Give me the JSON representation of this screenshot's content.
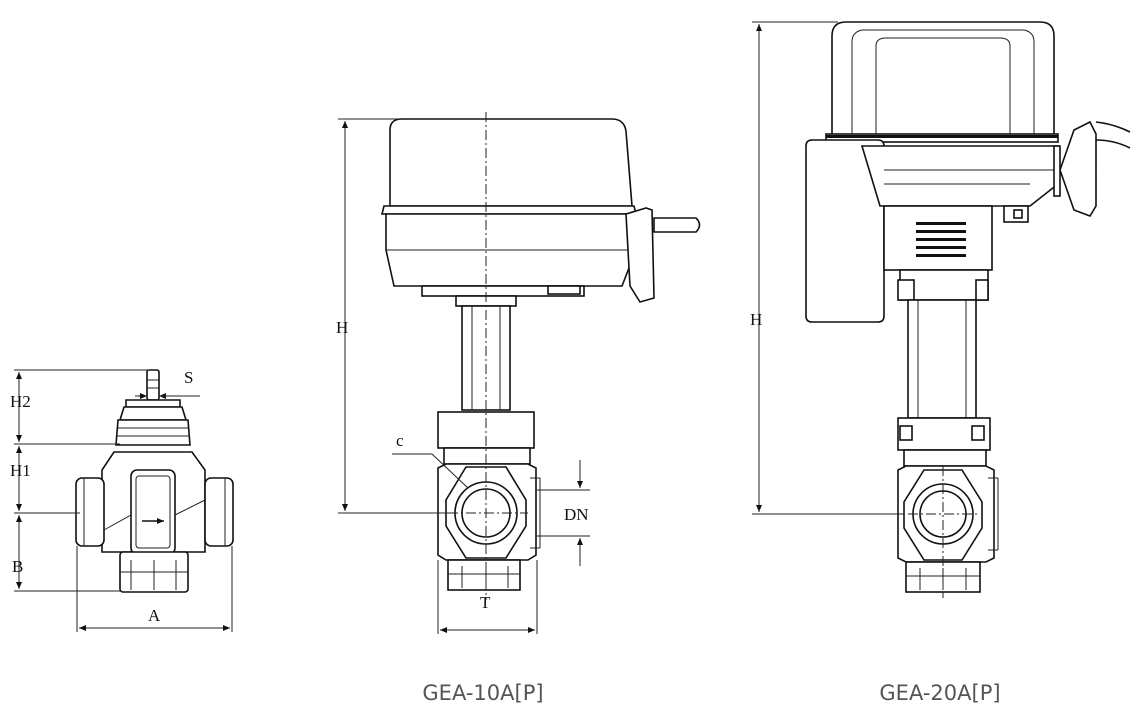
{
  "dimension_labels": {
    "h2": "H2",
    "h1": "H1",
    "b": "B",
    "a": "A",
    "s": "S",
    "h_left": "H",
    "h_right": "H",
    "c": "c",
    "dn": "DN",
    "t": "T"
  },
  "captions": {
    "model_1": "GEA-10A[P]",
    "model_2": "GEA-20A[P]"
  },
  "colors": {
    "line": "#111111",
    "caption": "#555555",
    "background": "#ffffff"
  }
}
